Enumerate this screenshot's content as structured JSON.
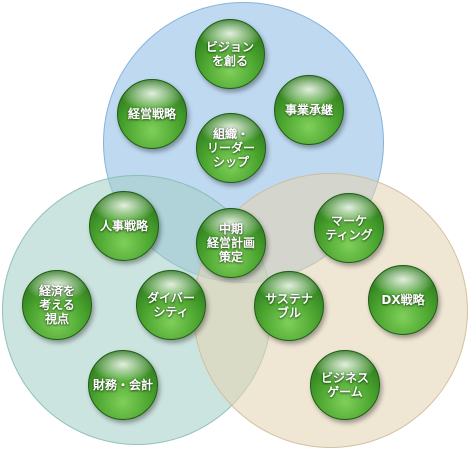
{
  "diagram": {
    "nodes": [
      {
        "id": "vision",
        "label": "ビジョン\nを創る"
      },
      {
        "id": "keiei-senryaku",
        "label": "経営戦略"
      },
      {
        "id": "jigyo-shokei",
        "label": "事業承継"
      },
      {
        "id": "soshiki-leader",
        "label": "組織・\nリーダー\nシップ"
      },
      {
        "id": "jinji-senryaku",
        "label": "人事戦略"
      },
      {
        "id": "chuki-keikaku",
        "label": "中期\n経営計画\n策定"
      },
      {
        "id": "marketing",
        "label": "マーケ\nティング"
      },
      {
        "id": "keizai",
        "label": "経済を\n考える\n視点"
      },
      {
        "id": "diversity",
        "label": "ダイバー\nシティ"
      },
      {
        "id": "sustainable",
        "label": "サステナ\nブル"
      },
      {
        "id": "dx-senryaku",
        "label": "DX戦略"
      },
      {
        "id": "zaimu-kaikei",
        "label": "財務・会計"
      },
      {
        "id": "business-game",
        "label": "ビジネス\nゲーム"
      }
    ]
  }
}
